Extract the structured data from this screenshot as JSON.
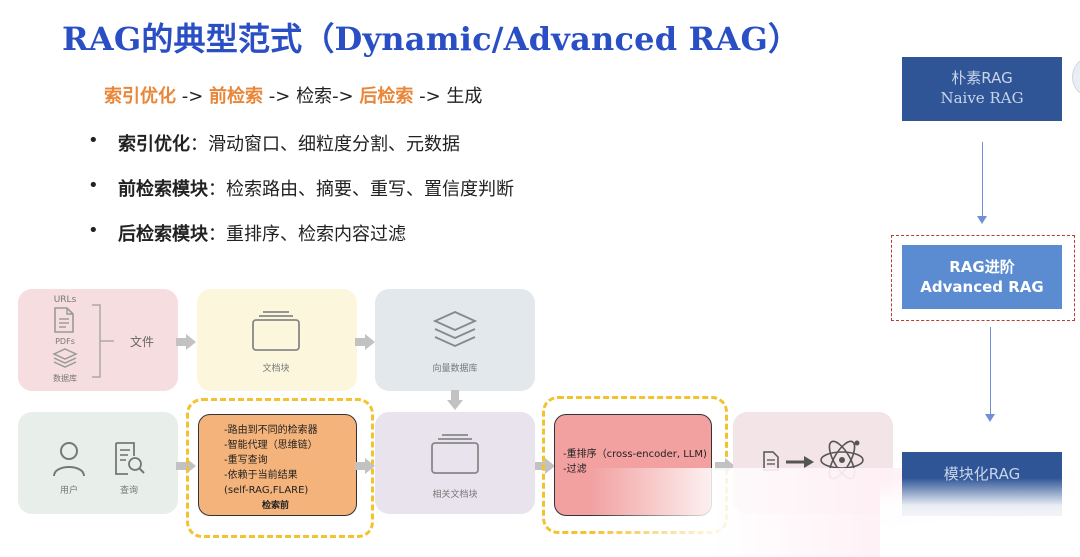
{
  "title": "RAG的典型范式（Dynamic/Advanced RAG）",
  "pipeline": {
    "s1": "索引优化",
    "a1": " -> ",
    "s2": "前检索",
    "a2": " -> ",
    "s3": "检索",
    "a3": "-> ",
    "s4": "后检索",
    "a4": " -> ",
    "s5": "生成"
  },
  "bullets": [
    {
      "term": "索引优化",
      "sep": "：",
      "detail": "滑动窗口、细粒度分割、元数据"
    },
    {
      "term": "前检索模块",
      "sep": "：",
      "detail": "检索路由、摘要、重写、置信度判断"
    },
    {
      "term": "后检索模块",
      "sep": "：",
      "detail": "重排序、检索内容过滤"
    }
  ],
  "diagram": {
    "sources": {
      "urls": "URLs",
      "pdfs": "PDFs",
      "db": "数据库",
      "file": "文件"
    },
    "doc_chunk": "文档块",
    "vector_db": "向量数据库",
    "user": "用户",
    "query": "查询",
    "pre_retrieval": {
      "lines": [
        "-路由到不同的检索器",
        "-智能代理（思维链）",
        "-重写查询",
        "-依赖于当前结果",
        "(self-RAG,FLARE)"
      ],
      "caption": "检索前"
    },
    "related_chunks": "相关文档块",
    "post_retrieval": {
      "lines": [
        "-重排序（cross-encoder, LLM)",
        "-过滤"
      ]
    }
  },
  "stages": {
    "naive": {
      "line1": "朴素RAG",
      "line2": "Naive RAG"
    },
    "advanced": {
      "line1": "RAG进阶",
      "line2": "Advanced RAG"
    },
    "modular": {
      "line1": "模块化RAG"
    }
  },
  "colors": {
    "title": "#2a4ec4",
    "highlight": "#e8873a",
    "stage_dark": "#2f5597",
    "stage_mid": "#5b8bd0",
    "dash_red": "#c0392b",
    "dash_yellow": "#f2c22f"
  }
}
